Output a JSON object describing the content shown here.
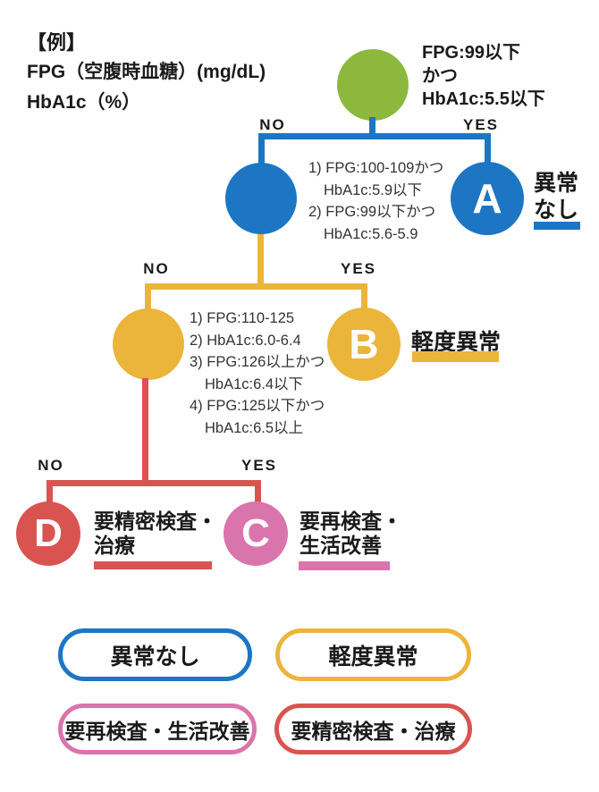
{
  "header": {
    "example_tag": "【例】",
    "fpg_line": "FPG（空腹時血糖）(mg/dL)",
    "hba1c_line": "HbA1c（%）"
  },
  "branch_labels": {
    "no": "NO",
    "yes": "YES"
  },
  "root_condition": {
    "line1": "FPG:99以下",
    "line2": "かつ",
    "line3": "HbA1c:5.5以下"
  },
  "level2_condition": {
    "line1": "1) FPG:100-109かつ",
    "line2": "HbA1c:5.9以下",
    "line3": "2) FPG:99以下かつ",
    "line4": "HbA1c:5.6-5.9"
  },
  "level3_condition": {
    "line1": "1) FPG:110-125",
    "line2": "2) HbA1c:6.0-6.4",
    "line3": "3) FPG:126以上かつ",
    "line4": "HbA1c:6.4以下",
    "line5": "4) FPG:125以下かつ",
    "line6": "HbA1c:6.5以上"
  },
  "node_a": {
    "letter": "A",
    "label_line1": "異常",
    "label_line2": "なし"
  },
  "node_b": {
    "letter": "B",
    "label": "軽度異常"
  },
  "node_c": {
    "letter": "C",
    "label_line1": "要再検査・",
    "label_line2": "生活改善"
  },
  "node_d": {
    "letter": "D",
    "label_line1": "要精密検査・",
    "label_line2": "治療"
  },
  "legend": {
    "normal": "異常なし",
    "mild": "軽度異常",
    "recheck": "要再検査・生活改善",
    "treatment": "要精密検査・治療"
  },
  "colors": {
    "green": "#8CB83E",
    "blue": "#1D76C3",
    "yellow": "#EBB53C",
    "red": "#D95450",
    "pink": "#DA74AC"
  }
}
